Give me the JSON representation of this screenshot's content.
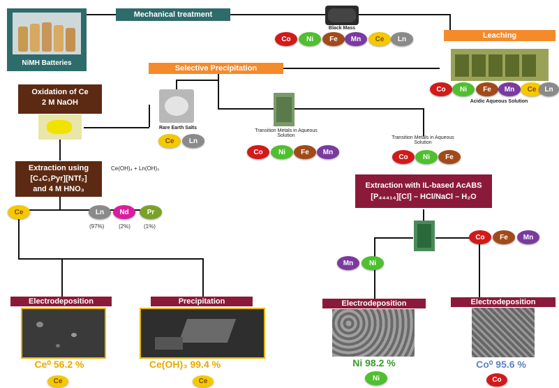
{
  "nodes": {
    "batteries": "NiMH Batteries",
    "mechanical": "Mechanical treatment",
    "black_mass": "Black Mass",
    "leaching": "Leaching",
    "acidic": "Acidic Aqueous Solution",
    "selective": "Selective Precipitation",
    "oxidation_l1": "Oxidation of Ce",
    "oxidation_l2": "2 M NaOH",
    "rare_earth": "Rare Earth Salts",
    "transition1": "Transition Metals in Aqueous Solution",
    "transition2": "Transition Metals in Aqueous Solution",
    "extraction_l1": "Extraction using",
    "extraction_l2": "[C₄C₁Pyr][NTf₂]",
    "extraction_l3": "and 4 M HNO₃",
    "ceoh": "Ce(OH)₄ + Ln(OH)₃",
    "il_l1": "Extraction with IL-based AcABS",
    "il_l2": "[P₄₄₄₁₄][Cl] – HCl/NaCl – H₂O",
    "electro1": "Electrodeposition",
    "precip": "Precipitation",
    "electro2": "Electrodeposition",
    "electro3": "Electrodeposition"
  },
  "elements": {
    "co": "Co",
    "ni": "Ni",
    "fe": "Fe",
    "mn": "Mn",
    "ce": "Ce",
    "ln": "Ln",
    "nd": "Nd",
    "pr": "Pr"
  },
  "percentages": {
    "ln": "(97%)",
    "nd": "(2%)",
    "pr": "(1%)"
  },
  "results": {
    "ce0": "Ce⁰ 56.2 %",
    "ceoh3": "Ce(OH)₃ 99.4 %",
    "ni": "Ni 98.2 %",
    "co0": "Co⁰ 95.6 %"
  },
  "colors": {
    "teal": "#2e6b6b",
    "orange": "#f58a2b",
    "brown": "#5c2a12",
    "maroon": "#8b1a3a",
    "co": "#d11a1a",
    "ni": "#4fbf2f",
    "fe": "#a24a1a",
    "mn": "#7a3aa0",
    "ce": "#f5c800",
    "ln": "#8a8a8a",
    "nd": "#d81ea0",
    "pr": "#7aa12a",
    "result_gold": "#e8a800",
    "result_green": "#3a9a2a",
    "result_blue": "#5b84b8"
  }
}
